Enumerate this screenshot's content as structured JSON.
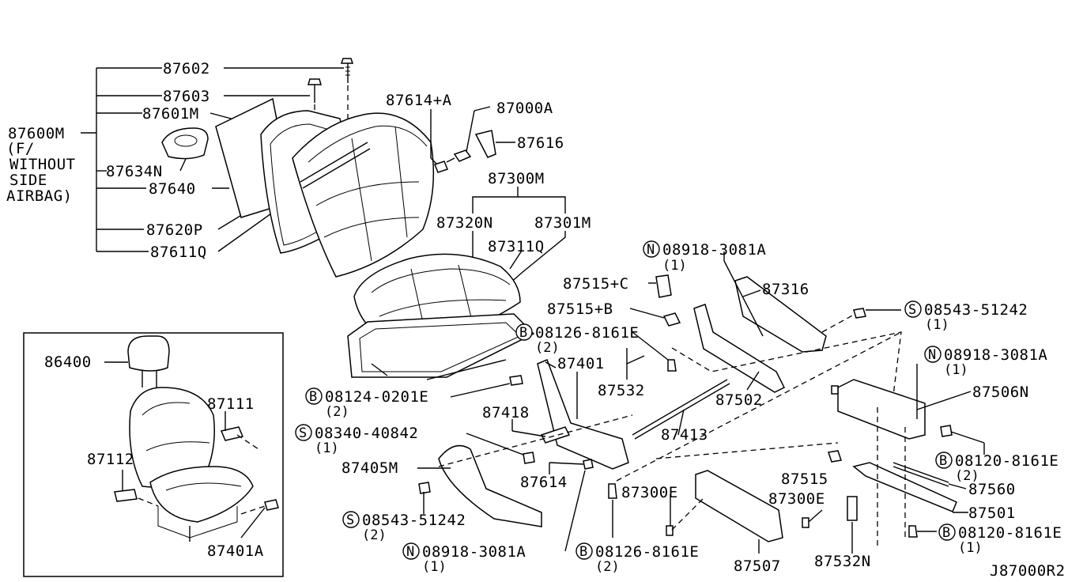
{
  "diagram_code": "J87000R2",
  "callouts": {
    "p87602": "87602",
    "p87603": "87603",
    "p87601M": "87601M",
    "p87600M": "87600M",
    "p87600M_note1": "(F/",
    "p87600M_note2": "WITHOUT",
    "p87600M_note3": "SIDE",
    "p87600M_note4": "AIRBAG)",
    "p87634N": "87634N",
    "p87640": "87640",
    "p87620P": "87620P",
    "p87611Q": "87611Q",
    "p87614A": "87614+A",
    "p87000A": "87000A",
    "p87616": "87616",
    "p87300M": "87300M",
    "p87320N": "87320N",
    "p87301M": "87301M",
    "p87311Q": "87311Q",
    "n08918_top": "08918-3081A",
    "n08918_top_qty": "(1)",
    "p87515C": "87515+C",
    "p87316": "87316",
    "p87515B": "87515+B",
    "s08543_top": "08543-51242",
    "s08543_top_qty": "(1)",
    "b08126_top": "08126-8161E",
    "b08126_top_qty": "(2)",
    "n08918_right": "08918-3081A",
    "n08918_right_qty": "(1)",
    "p87401": "87401",
    "p87532": "87532",
    "p87502": "87502",
    "p87506N": "87506N",
    "b08124": "08124-0201E",
    "b08124_qty": "(2)",
    "p87418": "87418",
    "p87413": "87413",
    "s08340": "08340-40842",
    "s08340_qty": "(1)",
    "b08120_top": "08120-8161E",
    "b08120_top_qty": "(2)",
    "p87405M": "87405M",
    "p87614": "87614",
    "p87515": "87515",
    "p87560": "87560",
    "p87300E_a": "87300E",
    "p87300E_b": "87300E",
    "p87501": "87501",
    "s08543_bot": "08543-51242",
    "s08543_bot_qty": "(2)",
    "b08120_bot": "08120-8161E",
    "b08120_bot_qty": "(1)",
    "n08918_bot": "08918-3081A",
    "n08918_bot_qty": "(1)",
    "b08126_bot": "08126-8161E",
    "b08126_bot_qty": "(2)",
    "p87507": "87507",
    "p87532N": "87532N",
    "inset_86400": "86400",
    "inset_87111": "87111",
    "inset_87112": "87112",
    "inset_87401A": "87401A"
  },
  "symbols": {
    "N": "N",
    "S": "S",
    "B": "B"
  }
}
